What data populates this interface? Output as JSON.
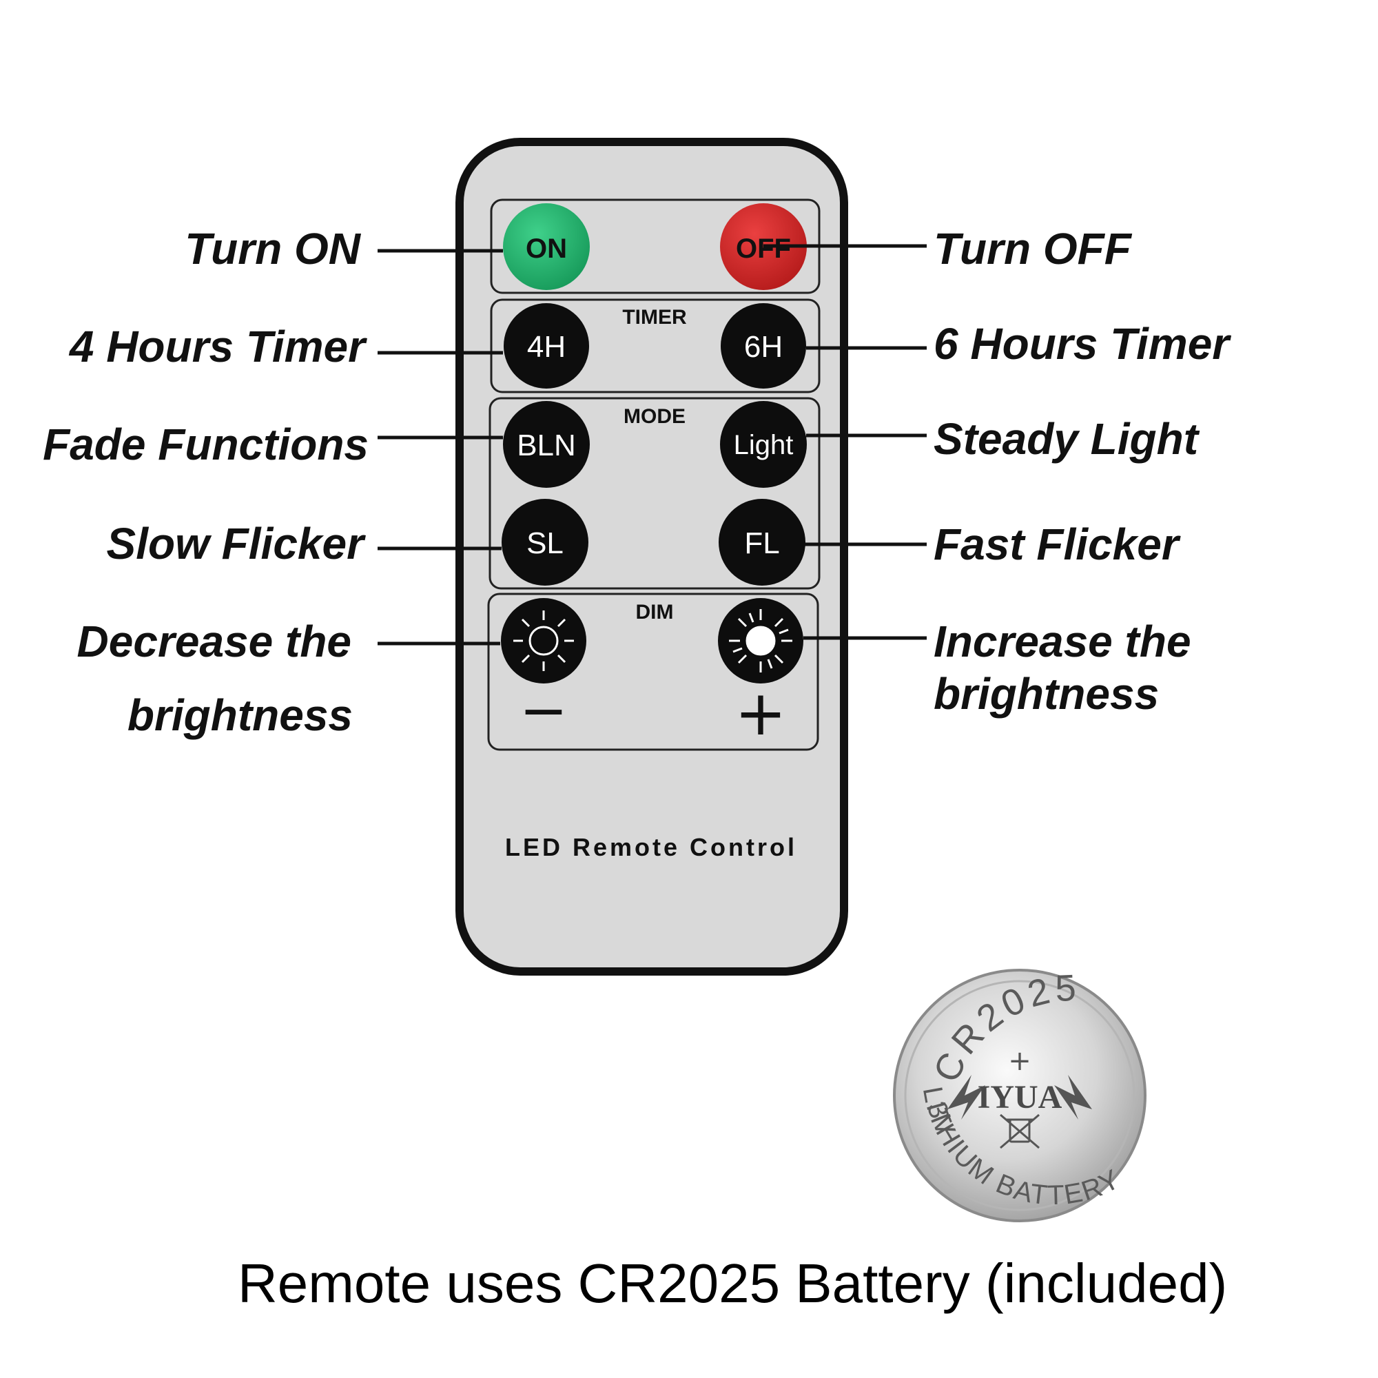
{
  "remote": {
    "brand": "LED Remote Control",
    "groups": {
      "timer": "TIMER",
      "mode": "MODE",
      "dim": "DIM"
    },
    "buttons": {
      "on": "ON",
      "off": "OFF",
      "h4": "4H",
      "h6": "6H",
      "bln": "BLN",
      "light": "Light",
      "sl": "SL",
      "fl": "FL",
      "minus": "−",
      "plus": "+"
    },
    "colors": {
      "on": "#23b06e",
      "off": "#d42a2a",
      "body": "#d9d9d9",
      "button": "#0d0d0d"
    }
  },
  "labels": {
    "turn_on": "Turn ON",
    "turn_off": "Turn OFF",
    "timer_4": "4 Hours Timer",
    "timer_6": "6 Hours Timer",
    "fade": "Fade Functions",
    "steady": "Steady Light",
    "slow": "Slow Flicker",
    "fast": "Fast Flicker",
    "decrease_1": "Decrease the",
    "decrease_2": "brightness",
    "increase_1": "Increase the",
    "increase_2": "brightness"
  },
  "battery": {
    "model": "CR2025",
    "plus": "+",
    "brand": "IYUA",
    "voltage": "3V",
    "type": "LITHIUM BATTERY",
    "recycle_icon": "crossed-bin-icon"
  },
  "caption": "Remote uses CR2025 Battery (included)"
}
